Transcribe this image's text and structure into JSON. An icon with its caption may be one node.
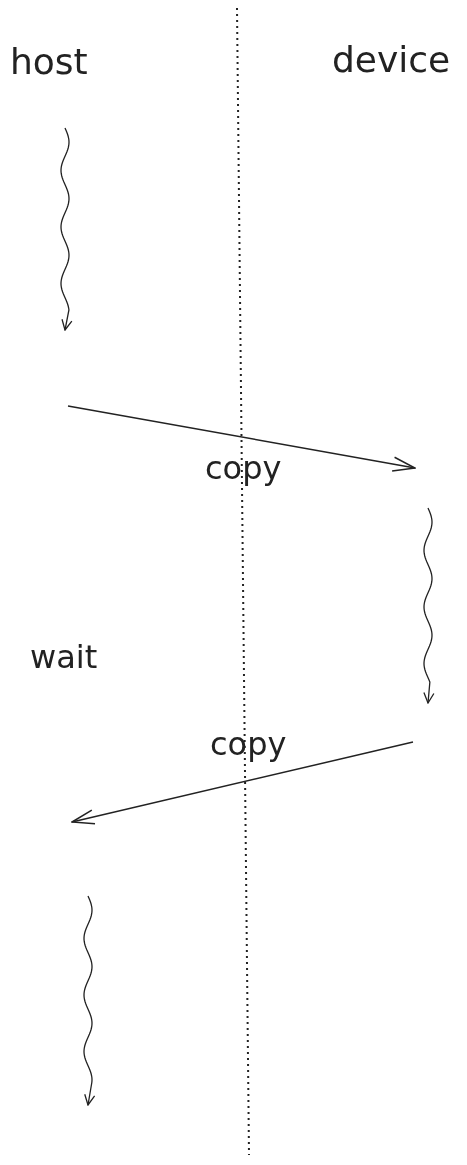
{
  "diagram": {
    "labels": [
      "host",
      "device",
      "copy",
      "wait",
      "copy"
    ]
  }
}
